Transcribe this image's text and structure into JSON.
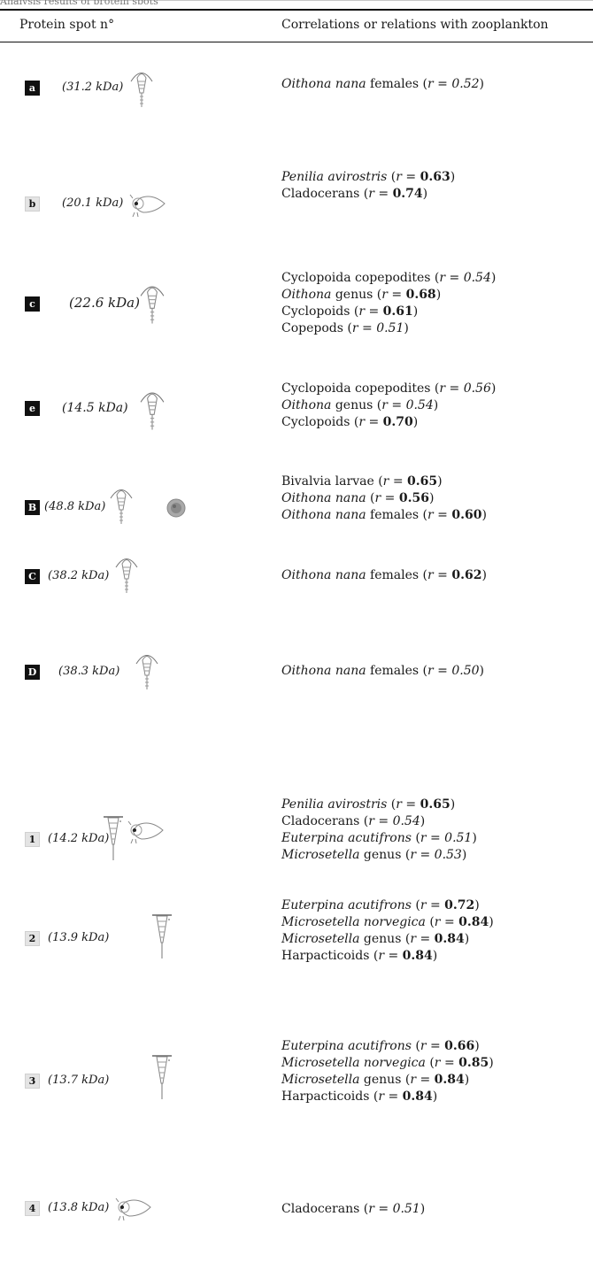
{
  "caption_stub": "Analysis results of protein spots",
  "header": {
    "col1": "Protein spot n°",
    "col2": "Correlations or relations with zooplankton"
  },
  "rows": [
    {
      "spot": "a",
      "kda": "(31.2 kDa)",
      "lines": [
        {
          "taxon": "Oithona nana",
          "suffix": " females",
          "pre": " (",
          "r": "r",
          "eq": " = ",
          "value": "0.52",
          "close": ")"
        }
      ]
    },
    {
      "spot": "b",
      "kda": "(20.1 kDa)",
      "lines": [
        {
          "taxon": "Penilia avirostris",
          "suffix": "",
          "pre": " (",
          "r": "r",
          "eq": " = ",
          "value": "0.63",
          "close": ")"
        },
        {
          "taxon": "",
          "suffix": "Cladocerans",
          "pre": " (",
          "r": "r",
          "eq": " = ",
          "value": "0.74",
          "close": ")"
        }
      ]
    },
    {
      "spot": "c",
      "kda": "(22.6 kDa)",
      "lines": [
        {
          "taxon": "",
          "suffix": "Cyclopoida copepodites",
          "pre": " (",
          "r": "r",
          "eq": " = ",
          "value": "0.54",
          "close": ")"
        },
        {
          "taxon": "Oithona",
          "suffix": " genus",
          "pre": " (",
          "r": "r",
          "eq": " = ",
          "value": "0.68",
          "close": ")"
        },
        {
          "taxon": "",
          "suffix": "Cyclopoids",
          "pre": " (",
          "r": "r",
          "eq": " = ",
          "value": "0.61",
          "close": ")"
        },
        {
          "taxon": "",
          "suffix": "Copepods",
          "pre": " (",
          "r": "r",
          "eq": " = ",
          "value": "0.51",
          "close": ")"
        }
      ]
    },
    {
      "spot": "e",
      "kda": "(14.5 kDa)",
      "lines": [
        {
          "taxon": "",
          "suffix": "Cyclopoida copepodites",
          "pre": " (",
          "r": "r",
          "eq": " = ",
          "value": "0.56",
          "close": ")"
        },
        {
          "taxon": "Oithona",
          "suffix": " genus",
          "pre": " (",
          "r": "r",
          "eq": " = ",
          "value": "0.54",
          "close": ")"
        },
        {
          "taxon": "",
          "suffix": "Cyclopoids",
          "pre": " (",
          "r": "r",
          "eq": " = ",
          "value": "0.70",
          "close": ")"
        }
      ]
    },
    {
      "spot": "B",
      "kda": "(48.8 kDa)",
      "lines": [
        {
          "taxon": "",
          "suffix": "Bivalvia larvae",
          "pre": " (",
          "r": "r",
          "eq": " = ",
          "value": "0.65",
          "close": ")"
        },
        {
          "taxon": "Oithona nana",
          "suffix": "",
          "pre": " (",
          "r": "r",
          "eq": " = ",
          "value": "0.56",
          "close": ")"
        },
        {
          "taxon": "Oithona nana",
          "suffix": " females",
          "pre": " (",
          "r": "r",
          "eq": " = ",
          "value": "0.60",
          "close": ")"
        }
      ]
    },
    {
      "spot": "C",
      "kda": "(38.2 kDa)",
      "lines": [
        {
          "taxon": "Oithona nana",
          "suffix": " females",
          "pre": " (",
          "r": "r",
          "eq": " = ",
          "value": "0.62",
          "close": ")"
        }
      ]
    },
    {
      "spot": "D",
      "kda": "(38.3 kDa)",
      "lines": [
        {
          "taxon": "Oithona nana",
          "suffix": " females",
          "pre": " (",
          "r": "r",
          "eq": " = ",
          "value": "0.50",
          "close": ")"
        }
      ]
    },
    {
      "spot": "1",
      "kda": "(14.2 kDa)",
      "lines": [
        {
          "taxon": "Penilia avirostris",
          "suffix": "",
          "pre": " (",
          "r": "r",
          "eq": " = ",
          "value": "0.65",
          "close": ")"
        },
        {
          "taxon": "",
          "suffix": "Cladocerans",
          "pre": " (",
          "r": "r",
          "eq": " = ",
          "value": "0.54",
          "close": ")"
        },
        {
          "taxon": "Euterpina acutifrons",
          "suffix": "",
          "pre": " (",
          "r": "r",
          "eq": " = ",
          "value": "0.51",
          "close": ")"
        },
        {
          "taxon": "Microsetella",
          "suffix": " genus",
          "pre": " (",
          "r": "r",
          "eq": " = ",
          "value": "0.53",
          "close": ")"
        }
      ]
    },
    {
      "spot": "2",
      "kda": "(13.9 kDa)",
      "lines": [
        {
          "taxon": "Euterpina acutifrons",
          "suffix": "",
          "pre": " (",
          "r": "r",
          "eq": " = ",
          "value": "0.72",
          "close": ")"
        },
        {
          "taxon": "Microsetella norvegica",
          "suffix": "",
          "pre": " (",
          "r": "r",
          "eq": " = ",
          "value": "0.84",
          "close": ")"
        },
        {
          "taxon": "Microsetella",
          "suffix": " genus",
          "pre": " (",
          "r": "r",
          "eq": " = ",
          "value": "0.84",
          "close": ")"
        },
        {
          "taxon": "",
          "suffix": "Harpacticoids",
          "pre": " (",
          "r": "r",
          "eq": " = ",
          "value": "0.84",
          "close": ")"
        }
      ]
    },
    {
      "spot": "3",
      "kda": "(13.7 kDa)",
      "lines": [
        {
          "taxon": "Euterpina acutifrons",
          "suffix": "",
          "pre": " (",
          "r": "r",
          "eq": " = ",
          "value": "0.66",
          "close": ")"
        },
        {
          "taxon": "Microsetella norvegica",
          "suffix": "",
          "pre": " (",
          "r": "r",
          "eq": " = ",
          "value": "0.85",
          "close": ")"
        },
        {
          "taxon": "Microsetella",
          "suffix": " genus",
          "pre": " (",
          "r": "r",
          "eq": " = ",
          "value": "0.84",
          "close": ")"
        },
        {
          "taxon": "",
          "suffix": "Harpacticoids",
          "pre": " (",
          "r": "r",
          "eq": " = ",
          "value": "0.84",
          "close": ")"
        }
      ]
    },
    {
      "spot": "4",
      "kda": "(13.8 kDa)",
      "lines": [
        {
          "taxon": "",
          "suffix": "Cladocerans",
          "pre": " (",
          "r": "r",
          "eq": " = ",
          "value": "0.51",
          "close": ")"
        }
      ]
    }
  ]
}
